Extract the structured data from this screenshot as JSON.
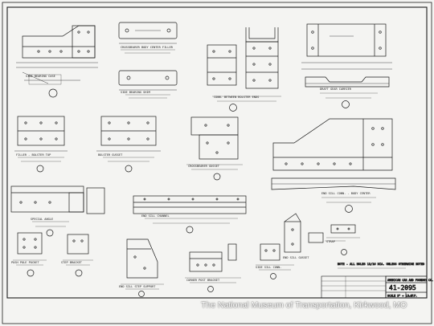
{
  "watermark": "The National Museum of Transportation, Kirkwood, MO",
  "views": [
    {
      "id": "1",
      "label": "SIDE BEARING CASE"
    },
    {
      "id": "2",
      "label": "CROSSBEARER BODY CENTER FILLER"
    },
    {
      "id": "3",
      "label": "SIDE BEARING SHIM"
    },
    {
      "id": "4",
      "label": "CONN. BETWEEN BOLSTER ENDS"
    },
    {
      "id": "5",
      "label": "DRAFT GEAR CARRIER"
    },
    {
      "id": "6",
      "label": "FILLER - BOLSTER TOP"
    },
    {
      "id": "7",
      "label": "BOLSTER GUSSET"
    },
    {
      "id": "8",
      "label": "CROSSBEARER GUSSET"
    },
    {
      "id": "9",
      "label": "END SILL CONN. - BODY CENTER"
    },
    {
      "id": "10",
      "label": "SPECIAL ANGLE"
    },
    {
      "id": "11",
      "label": "END SILL CHANNEL"
    },
    {
      "id": "12",
      "label": "END SILL GUSSET"
    },
    {
      "id": "13",
      "label": "PUSH POLE POCKET"
    },
    {
      "id": "14",
      "label": "STEP BRACKET"
    },
    {
      "id": "15",
      "label": "END SILL STEP SUPPORT"
    },
    {
      "id": "16",
      "label": "CORNER POST BRACKET"
    },
    {
      "id": "17",
      "label": "SIDE SILL CONN."
    },
    {
      "id": "18",
      "label": "STRAP"
    }
  ],
  "note": "NOTE - ALL HOLES 13/16 DIA. UNLESS OTHERWISE NOTED",
  "title_block": {
    "company": "AMERICAN CAR AND FOUNDRY CO.",
    "drawing_no": "41-2095",
    "initials": "A.C.F.",
    "scale": "SCALE 3\" = 1'-0\""
  }
}
